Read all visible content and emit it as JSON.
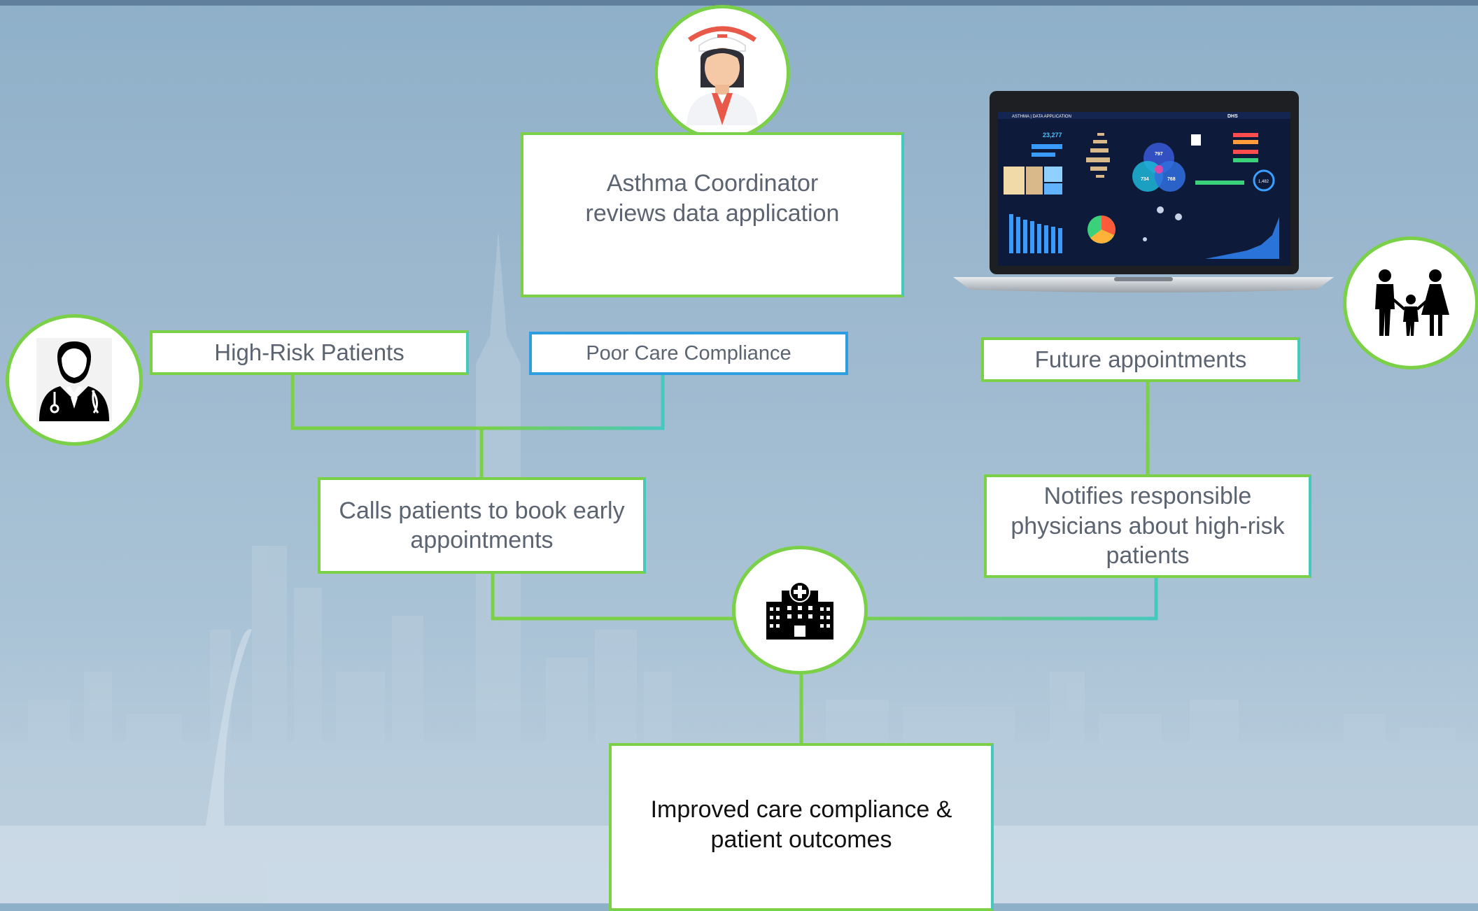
{
  "diagram": {
    "coordinator_box": "Asthma Coordinator reviews data application",
    "high_risk_box": "High-Risk Patients",
    "poor_compliance_box": "Poor Care Compliance",
    "future_appointments_box": "Future appointments",
    "calls_box": "Calls patients to book early appointments",
    "notifies_box": "Notifies responsible physicians about high-risk patients",
    "outcome_box": "Improved care compliance & patient outcomes"
  },
  "dashboard": {
    "header": "ASTHMA | DATA APPLICATION",
    "logo": "DHS",
    "total_patients": "23,277",
    "venn_top": "797",
    "venn_left": "734",
    "venn_right": "768",
    "gauge": "1,482"
  },
  "colors": {
    "accent_green": "#7ad046",
    "accent_teal": "#45c9bf",
    "accent_blue": "#2f9ee0"
  },
  "icons": [
    "nurse-icon",
    "doctor-icon",
    "family-icon",
    "hospital-icon",
    "laptop-icon"
  ]
}
